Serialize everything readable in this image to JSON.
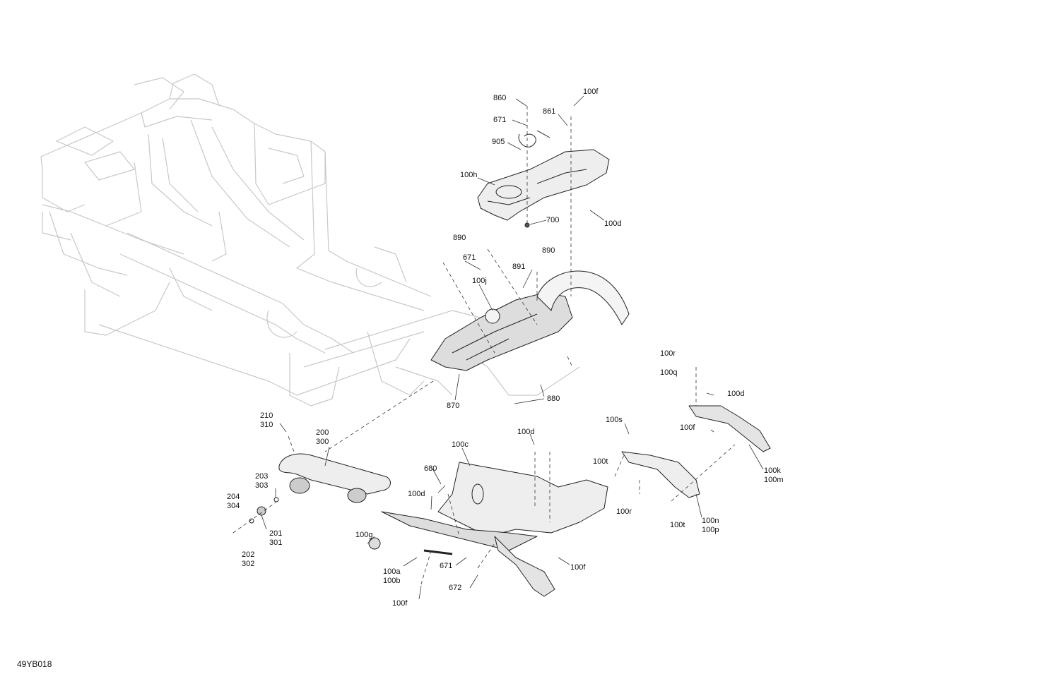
{
  "figure_id": "49YB018",
  "callouts": [
    {
      "id": "c860",
      "lines": [
        "860"
      ]
    },
    {
      "id": "c100f_top",
      "lines": [
        "100f"
      ]
    },
    {
      "id": "c671_top",
      "lines": [
        "671"
      ]
    },
    {
      "id": "c861",
      "lines": [
        "861"
      ]
    },
    {
      "id": "c905",
      "lines": [
        "905"
      ]
    },
    {
      "id": "c100h",
      "lines": [
        "100h"
      ]
    },
    {
      "id": "c700",
      "lines": [
        "700"
      ]
    },
    {
      "id": "c100d_top",
      "lines": [
        "100d"
      ]
    },
    {
      "id": "c890_left",
      "lines": [
        "890"
      ]
    },
    {
      "id": "c890_right",
      "lines": [
        "890"
      ]
    },
    {
      "id": "c671_mid",
      "lines": [
        "671"
      ]
    },
    {
      "id": "c891",
      "lines": [
        "891"
      ]
    },
    {
      "id": "c100j",
      "lines": [
        "100j"
      ]
    },
    {
      "id": "c870",
      "lines": [
        "870"
      ]
    },
    {
      "id": "c880",
      "lines": [
        "880"
      ]
    },
    {
      "id": "c100r_right",
      "lines": [
        "100r"
      ]
    },
    {
      "id": "c100q",
      "lines": [
        "100q"
      ]
    },
    {
      "id": "c100d_right",
      "lines": [
        "100d"
      ]
    },
    {
      "id": "c100f_right",
      "lines": [
        "100f"
      ]
    },
    {
      "id": "c100k",
      "lines": [
        "100k",
        "100m"
      ]
    },
    {
      "id": "c100s",
      "lines": [
        "100s"
      ]
    },
    {
      "id": "c100t_a",
      "lines": [
        "100t"
      ]
    },
    {
      "id": "c100r_mid",
      "lines": [
        "100r"
      ]
    },
    {
      "id": "c100t_b",
      "lines": [
        "100t"
      ]
    },
    {
      "id": "c100n",
      "lines": [
        "100n",
        "100p"
      ]
    },
    {
      "id": "c100d_mid",
      "lines": [
        "100d"
      ]
    },
    {
      "id": "c100c",
      "lines": [
        "100c"
      ]
    },
    {
      "id": "c680",
      "lines": [
        "680"
      ]
    },
    {
      "id": "c100d_low",
      "lines": [
        "100d"
      ]
    },
    {
      "id": "c210",
      "lines": [
        "210",
        "310"
      ]
    },
    {
      "id": "c200",
      "lines": [
        "200",
        "300"
      ]
    },
    {
      "id": "c203",
      "lines": [
        "203",
        "303"
      ]
    },
    {
      "id": "c204",
      "lines": [
        "204",
        "304"
      ]
    },
    {
      "id": "c201",
      "lines": [
        "201",
        "301"
      ]
    },
    {
      "id": "c202",
      "lines": [
        "202",
        "302"
      ]
    },
    {
      "id": "c100g",
      "lines": [
        "100g"
      ]
    },
    {
      "id": "c100a",
      "lines": [
        "100a",
        "100b"
      ]
    },
    {
      "id": "c671_low",
      "lines": [
        "671"
      ]
    },
    {
      "id": "c672",
      "lines": [
        "672"
      ]
    },
    {
      "id": "c100f_low",
      "lines": [
        "100f"
      ]
    },
    {
      "id": "c100f_bottom",
      "lines": [
        "100f"
      ]
    }
  ]
}
